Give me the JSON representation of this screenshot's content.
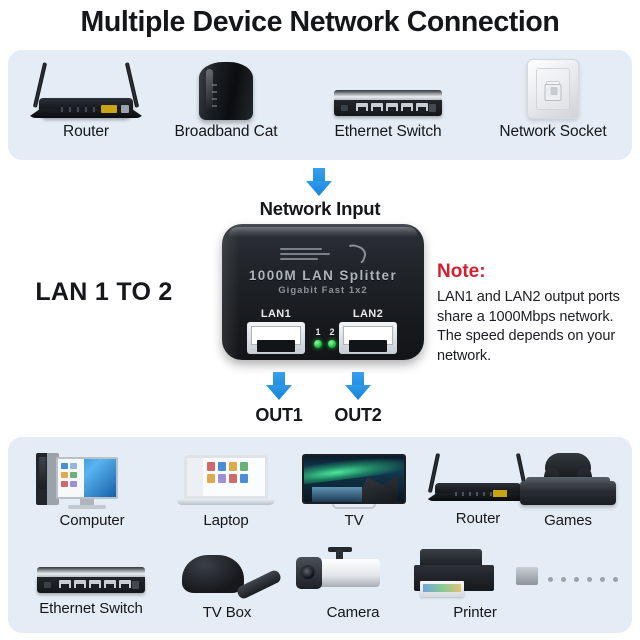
{
  "title": "Multiple Device Network Connection",
  "colors": {
    "panel_bg": "#e4ecf5",
    "arrow_blue": "#1d8fe0",
    "note_red": "#d32030",
    "text_dark": "#15171a",
    "led_green": "#16b83a"
  },
  "top_panel": {
    "devices": [
      {
        "label": "Router",
        "icon": "router-icon"
      },
      {
        "label": "Broadband Cat",
        "icon": "modem-icon"
      },
      {
        "label": "Ethernet Switch",
        "icon": "ethernet-switch-icon"
      },
      {
        "label": "Network Socket",
        "icon": "network-socket-icon"
      }
    ]
  },
  "center": {
    "input_label": "Network Input",
    "side_label": "LAN 1 TO 2",
    "device": {
      "brand": "1000M LAN Splitter",
      "subtitle": "Gigabit Fast 1x2",
      "port1_label": "LAN1",
      "port2_label": "LAN2",
      "led1_number": "1",
      "led2_number": "2"
    },
    "output1_label": "OUT1",
    "output2_label": "OUT2"
  },
  "note": {
    "heading": "Note:",
    "body": "LAN1 and LAN2 output ports share a 1000Mbps network. The speed depends on your network."
  },
  "bottom_panel": {
    "row1": [
      {
        "label": "Computer",
        "icon": "desktop-computer-icon"
      },
      {
        "label": "Laptop",
        "icon": "laptop-icon"
      },
      {
        "label": "TV",
        "icon": "television-icon"
      },
      {
        "label": "Router",
        "icon": "router-icon"
      },
      {
        "label": "Games",
        "icon": "game-console-icon"
      }
    ],
    "row2": [
      {
        "label": "Ethernet Switch",
        "icon": "ethernet-switch-icon"
      },
      {
        "label": "TV Box",
        "icon": "tv-box-icon"
      },
      {
        "label": "Camera",
        "icon": "ip-camera-icon"
      },
      {
        "label": "Printer",
        "icon": "printer-icon"
      }
    ],
    "more_indicator_dots": 6
  }
}
